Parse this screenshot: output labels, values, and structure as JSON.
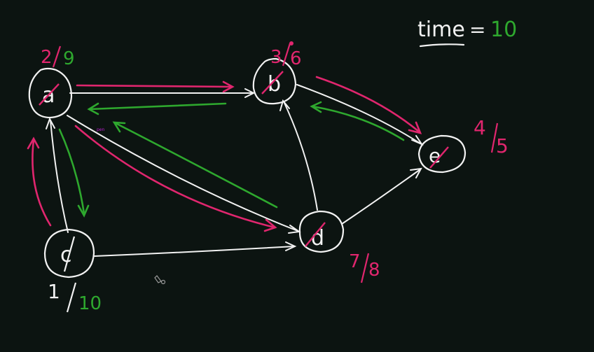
{
  "colors": {
    "background": "#0c1411",
    "chalk": "#f2f2f2",
    "pink": "#e0266e",
    "green": "#2ea82e",
    "magenta": "#c21fd6"
  },
  "header": {
    "time_label": "time",
    "equals": "=",
    "time_value": "10"
  },
  "nodes": [
    {
      "id": "a",
      "label": "a",
      "discover": "2",
      "finish": "9",
      "discover_color": "pink",
      "finish_color": "green"
    },
    {
      "id": "b",
      "label": "b",
      "discover": "3",
      "finish": "6",
      "discover_color": "pink",
      "finish_color": "pink"
    },
    {
      "id": "e",
      "label": "e",
      "discover": "4",
      "finish": "5",
      "discover_color": "pink",
      "finish_color": "pink"
    },
    {
      "id": "d",
      "label": "d",
      "discover": "7",
      "finish": "8",
      "discover_color": "pink",
      "finish_color": "pink"
    },
    {
      "id": "c",
      "label": "c",
      "discover": "1",
      "finish": "10",
      "discover_color": "chalk",
      "finish_color": "green"
    }
  ],
  "edges": [
    {
      "from": "a",
      "to": "b"
    },
    {
      "from": "a",
      "to": "d"
    },
    {
      "from": "b",
      "to": "e"
    },
    {
      "from": "c",
      "to": "a"
    },
    {
      "from": "c",
      "to": "d"
    },
    {
      "from": "d",
      "to": "b"
    },
    {
      "from": "d",
      "to": "e"
    }
  ],
  "annotations": {
    "cursor_label": "pen"
  }
}
